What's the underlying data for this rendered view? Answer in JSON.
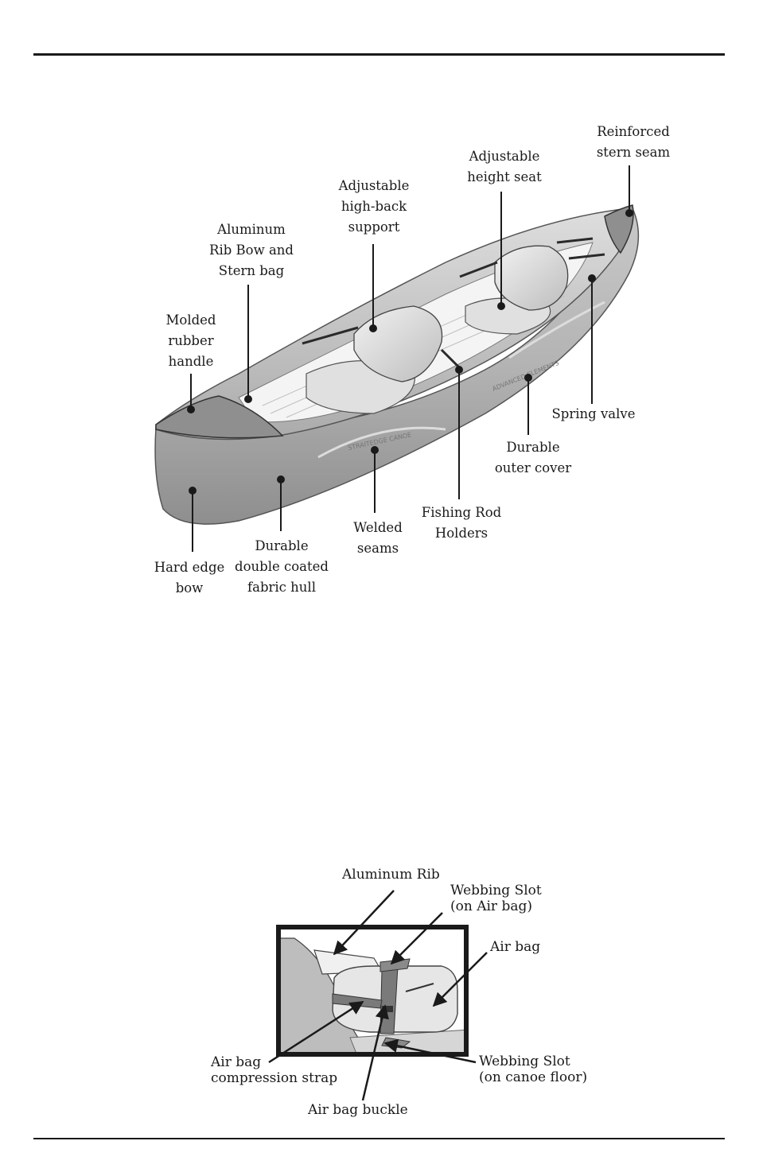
{
  "canoe_callouts": {
    "reinforced_stern_seam": [
      "Reinforced",
      "stern seam"
    ],
    "adjustable_height_seat": [
      "Adjustable",
      "height seat"
    ],
    "adjustable_high_back_support": [
      "Adjustable",
      "high-back",
      "support"
    ],
    "aluminum_rib_bow_stern_bag": [
      "Aluminum",
      "Rib Bow and",
      "Stern bag"
    ],
    "molded_rubber_handle": [
      "Molded",
      "rubber",
      "handle"
    ],
    "spring_valve": [
      "Spring valve"
    ],
    "durable_outer_cover": [
      "Durable",
      "outer cover"
    ],
    "fishing_rod_holders": [
      "Fishing Rod",
      "Holders"
    ],
    "welded_seams": [
      "Welded",
      "seams"
    ],
    "durable_double_coated_fabric_hull": [
      "Durable",
      "double coated",
      "fabric hull"
    ],
    "hard_edge_bow": [
      "Hard edge",
      "bow"
    ]
  },
  "hull_text": {
    "left": "STRAITEDGE CANOE",
    "right": "ADVANCED ELEMENTS"
  },
  "airbag_callouts": {
    "aluminum_rib": [
      "Aluminum Rib"
    ],
    "webbing_slot_air_bag": [
      "Webbing Slot",
      "(on Air bag)"
    ],
    "air_bag": [
      "Air bag"
    ],
    "compression_strap": [
      "Air bag",
      "compression strap"
    ],
    "webbing_slot_floor": [
      "Webbing Slot",
      "(on canoe floor)"
    ],
    "air_bag_buckle": [
      "Air bag buckle"
    ]
  }
}
